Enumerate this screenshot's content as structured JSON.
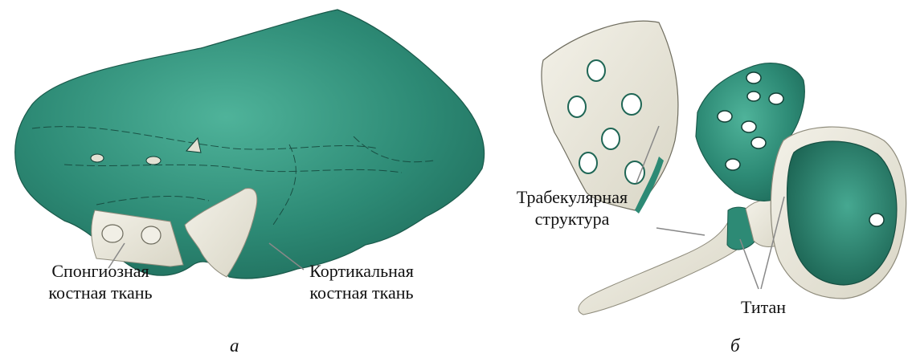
{
  "panel_a": {
    "label_spongy": [
      "Спонгиозная",
      "костная ткань"
    ],
    "label_cortical": [
      "Кортикальная",
      "костная ткань"
    ],
    "caption": "а"
  },
  "panel_b": {
    "label_trabecular": [
      "Трабекулярная",
      "структура"
    ],
    "label_titanium": "Титан",
    "caption": "б"
  },
  "colors": {
    "bone_green": "#2d8a75",
    "bone_green_light": "#4fb39a",
    "bone_green_dark": "#1e6b5a",
    "cream": "#e8e6da",
    "leader": "#888888"
  }
}
